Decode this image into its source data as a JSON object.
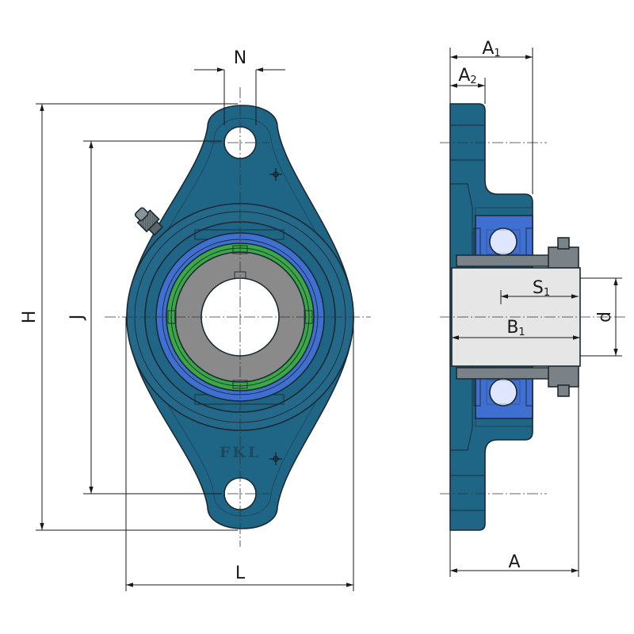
{
  "brand": {
    "logo_text": "FKL"
  },
  "colors": {
    "housing": "#1f6585",
    "housing_light": "#2c7d9e",
    "housing_section": "#5fb6d3",
    "insert_blue": "#3f6fd1",
    "seal_green": "#3aa845",
    "inner_ring": "#8a8a8a",
    "shaft": "#e6e6e6",
    "ball": "#dfe6ff"
  },
  "icons": {
    "grease": "grease-nipple-icon"
  },
  "dimensions": {
    "N": "N",
    "H": "H",
    "J": "J",
    "L": "L",
    "A": "A",
    "A1": {
      "main": "A",
      "sub": "1"
    },
    "A2": {
      "main": "A",
      "sub": "2"
    },
    "S1": {
      "main": "S",
      "sub": "1"
    },
    "B1": {
      "main": "B",
      "sub": "1"
    },
    "d": "d"
  }
}
